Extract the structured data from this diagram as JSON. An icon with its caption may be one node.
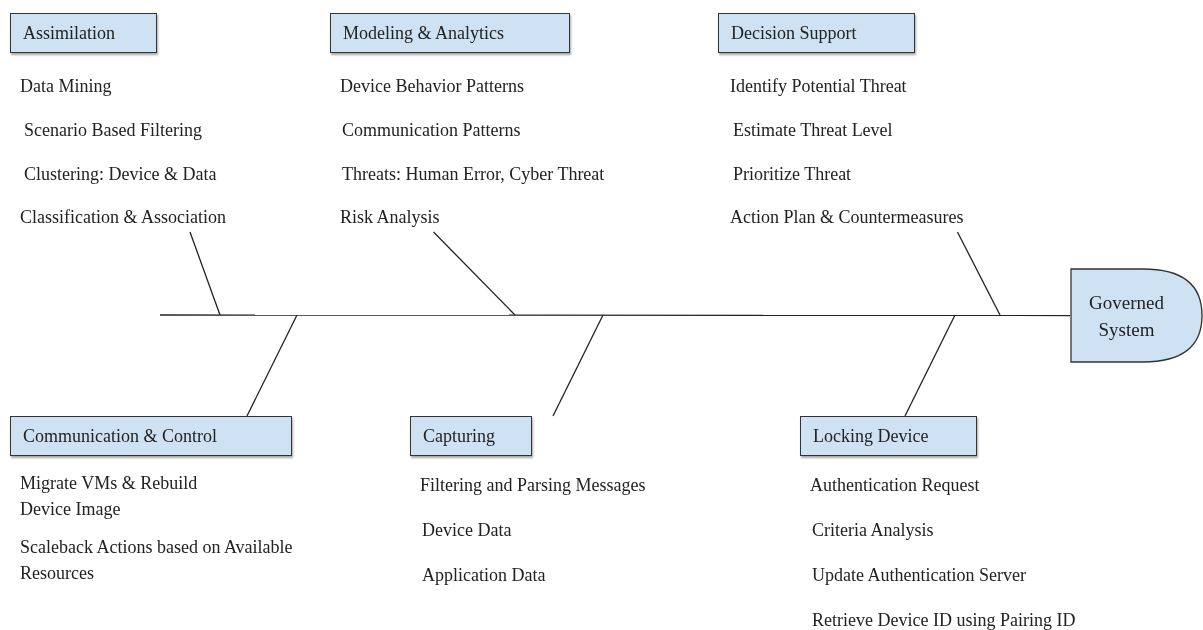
{
  "diagram": {
    "nodes": [
      {
        "text": [
          "Assimilation"
        ],
        "beside": [
          "Data Mining",
          "Scenario Based Filtering",
          "Clustering: Device & Data"
        ]
      },
      {
        "text": [
          "Classification & Association"
        ]
      },
      {
        "text": [
          "Modeling & Analytics"
        ],
        "beside": [
          "Device Behavior Patterns",
          "Communication Patterns",
          "Threats: Human Error, Cyber Threat"
        ]
      },
      {
        "text": [
          "Risk Analysis"
        ]
      },
      {
        "text": [
          "Decision Support"
        ],
        "beside": [
          "Identify Potential Threat",
          "Estimate Threat Level",
          "Prioritize Threat"
        ]
      },
      {
        "text": [
          "Action Plan & Countermeasures"
        ]
      },
      {
        "text": [
          "Communication & Control"
        ],
        "beside": [
          "Migrate VMs & Rebuild Device Image",
          "Scaleback Actions based on Available Resources"
        ]
      },
      {
        "text": [
          "Capturing"
        ],
        "beside": [
          "Filtering and Parsing Messages",
          "Device Data",
          "Application Data"
        ]
      },
      {
        "text": [
          "Locking Device"
        ],
        "beside": [
          "Authentication Request",
          "Criteria Analysis",
          "Update Authentication Server",
          "Retrieve Device ID using Pairing ID"
        ]
      },
      {
        "text": [
          "Governed System"
        ]
      }
    ],
    "edges": [
      {
        "from": null,
        "to": 9,
        "arrow": "none"
      },
      {
        "from": 1,
        "to": null,
        "arrow": "none"
      },
      {
        "from": 3,
        "to": null,
        "arrow": "none"
      },
      {
        "from": 5,
        "to": null,
        "arrow": "none"
      },
      {
        "from": 6,
        "to": null,
        "arrow": "none"
      },
      {
        "from": 7,
        "to": null,
        "arrow": "none"
      },
      {
        "from": 8,
        "to": null,
        "arrow": "none"
      }
    ]
  }
}
